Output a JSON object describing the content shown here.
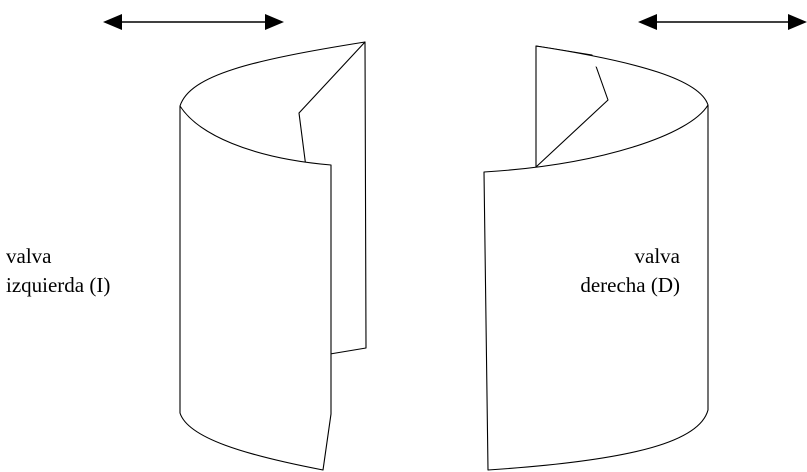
{
  "left_valve": {
    "label_line1": "valva",
    "label_line2": "izquierda (I)"
  },
  "right_valve": {
    "label_line1": "valva",
    "label_line2": "derecha (D)"
  },
  "colors": {
    "line": "#000000",
    "fill": "#ffffff",
    "background": "#ffffff"
  }
}
